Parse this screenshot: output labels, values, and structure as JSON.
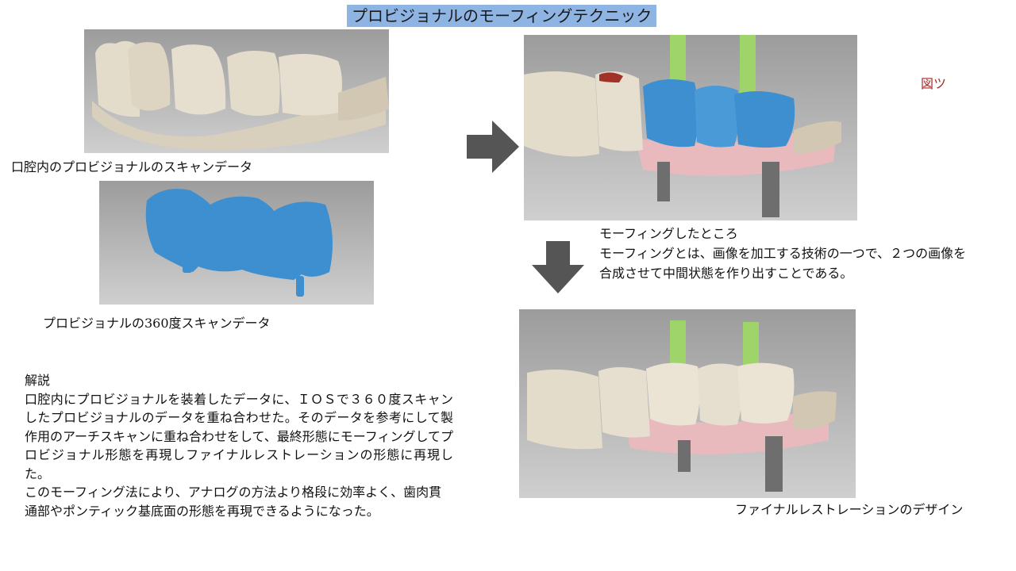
{
  "title": "プロビジョナルのモーフィングテクニック",
  "figure_label": "図ツ",
  "captions": {
    "intraoral_scan": "口腔内のプロビジョナルのスキャンデータ",
    "provisional_360": "プロビジョナルの360度スキャンデータ",
    "final_design": "ファイナルレストレーションのデザイン"
  },
  "morphing": {
    "heading": "モーフィングしたところ",
    "line1": "モーフィングとは、画像を加工する技術の一つで、２つの画像を",
    "line2": "合成させて中間状態を作り出すことである。"
  },
  "description": {
    "heading": "解説",
    "para1": "口腔内にプロビジョナルを装着したデータに、ＩＯＳで３６０度スキャンしたプロビジョナルのデータを重ね合わせた。そのデータを参考にして製作用のアーチスキャンに重ね合わせをして、最終形態にモーフィングしてプロビジョナル形態を再現しファイナルレストレーションの形態に再現した。",
    "para2": "このモーフィング法により、アナログの方法より格段に効率よく、歯肉貫通部やポンティック基底面の形態を再現できるようになった。"
  },
  "colors": {
    "title_bg": "#8db4e2",
    "arrow": "#555555",
    "figure_label": "#a52a2a",
    "tooth": "#e3dccb",
    "provisional_blue": "#3d8fd0",
    "gingiva_pink": "#e8b9bd",
    "abutment_green": "#9ed46a",
    "implant_gray": "#6e6e6e"
  },
  "icons": [
    "right-arrow-icon",
    "down-arrow-icon"
  ]
}
